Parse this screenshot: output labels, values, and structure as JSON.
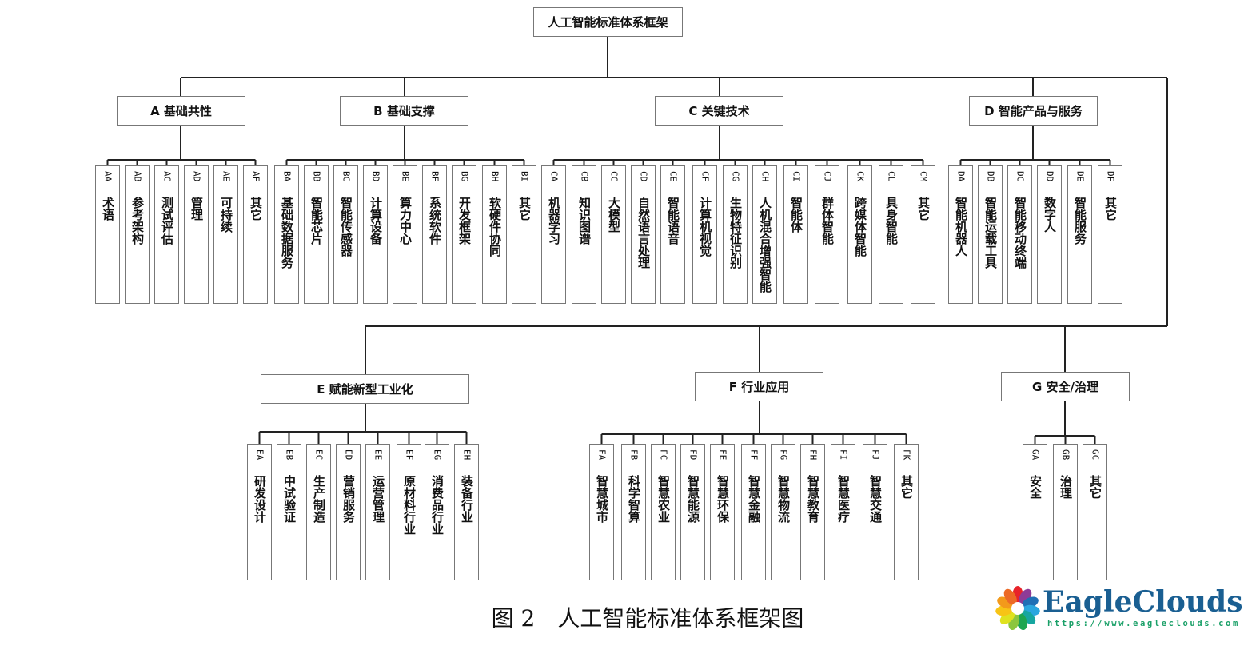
{
  "root": {
    "label": "人工智能标准体系框架"
  },
  "categories": [
    {
      "code": "A",
      "label": "A 基础共性",
      "children": [
        {
          "code": "AA",
          "name": "术语"
        },
        {
          "code": "AB",
          "name": "参考架构"
        },
        {
          "code": "AC",
          "name": "测试评估"
        },
        {
          "code": "AD",
          "name": "管理"
        },
        {
          "code": "AE",
          "name": "可持续"
        },
        {
          "code": "AF",
          "name": "其它"
        }
      ]
    },
    {
      "code": "B",
      "label": "B 基础支撑",
      "children": [
        {
          "code": "BA",
          "name": "基础数据服务"
        },
        {
          "code": "BB",
          "name": "智能芯片"
        },
        {
          "code": "BC",
          "name": "智能传感器"
        },
        {
          "code": "BD",
          "name": "计算设备"
        },
        {
          "code": "BE",
          "name": "算力中心"
        },
        {
          "code": "BF",
          "name": "系统软件"
        },
        {
          "code": "BG",
          "name": "开发框架"
        },
        {
          "code": "BH",
          "name": "软硬件协同"
        },
        {
          "code": "BI",
          "name": "其它"
        }
      ]
    },
    {
      "code": "C",
      "label": "C 关键技术",
      "children": [
        {
          "code": "CA",
          "name": "机器学习"
        },
        {
          "code": "CB",
          "name": "知识图谱"
        },
        {
          "code": "CC",
          "name": "大模型"
        },
        {
          "code": "CD",
          "name": "自然语言处理"
        },
        {
          "code": "CE",
          "name": "智能语音"
        },
        {
          "code": "CF",
          "name": "计算机视觉"
        },
        {
          "code": "CG",
          "name": "生物特征识别"
        },
        {
          "code": "CH",
          "name": "人机混合增强智能"
        },
        {
          "code": "CI",
          "name": "智能体"
        },
        {
          "code": "CJ",
          "name": "群体智能"
        },
        {
          "code": "CK",
          "name": "跨媒体智能"
        },
        {
          "code": "CL",
          "name": "具身智能"
        },
        {
          "code": "CM",
          "name": "其它"
        }
      ]
    },
    {
      "code": "D",
      "label": "D 智能产品与服务",
      "children": [
        {
          "code": "DA",
          "name": "智能机器人"
        },
        {
          "code": "DB",
          "name": "智能运载工具"
        },
        {
          "code": "DC",
          "name": "智能移动终端"
        },
        {
          "code": "DD",
          "name": "数字人"
        },
        {
          "code": "DE",
          "name": "智能服务"
        },
        {
          "code": "DF",
          "name": "其它"
        }
      ]
    },
    {
      "code": "E",
      "label": "E 赋能新型工业化",
      "children": [
        {
          "code": "EA",
          "name": "研发设计"
        },
        {
          "code": "EB",
          "name": "中试验证"
        },
        {
          "code": "EC",
          "name": "生产制造"
        },
        {
          "code": "ED",
          "name": "营销服务"
        },
        {
          "code": "EE",
          "name": "运营管理"
        },
        {
          "code": "EF",
          "name": "原材料行业"
        },
        {
          "code": "EG",
          "name": "消费品行业"
        },
        {
          "code": "EH",
          "name": "装备行业"
        }
      ]
    },
    {
      "code": "F",
      "label": "F 行业应用",
      "children": [
        {
          "code": "FA",
          "name": "智慧城市"
        },
        {
          "code": "FB",
          "name": "科学智算"
        },
        {
          "code": "FC",
          "name": "智慧农业"
        },
        {
          "code": "FD",
          "name": "智慧能源"
        },
        {
          "code": "FE",
          "name": "智慧环保"
        },
        {
          "code": "FF",
          "name": "智慧金融"
        },
        {
          "code": "FG",
          "name": "智慧物流"
        },
        {
          "code": "FH",
          "name": "智慧教育"
        },
        {
          "code": "FI",
          "name": "智慧医疗"
        },
        {
          "code": "FJ",
          "name": "智慧交通"
        },
        {
          "code": "FK",
          "name": "其它"
        }
      ]
    },
    {
      "code": "G",
      "label": "G 安全/治理",
      "children": [
        {
          "code": "GA",
          "name": "安全"
        },
        {
          "code": "GB",
          "name": "治理"
        },
        {
          "code": "GC",
          "name": "其它"
        }
      ]
    }
  ],
  "caption": "图 2　人工智能标准体系框架图",
  "watermark": {
    "brand": "EagleClouds",
    "url": "https://www.eagleclouds.com",
    "petal_colors": [
      "#e8232a",
      "#8e3b97",
      "#1f6fb5",
      "#2aa6df",
      "#16a6a0",
      "#1da550",
      "#8cc63f",
      "#dfe21f",
      "#f7c416",
      "#f39a1b",
      "#ec6a26"
    ]
  }
}
